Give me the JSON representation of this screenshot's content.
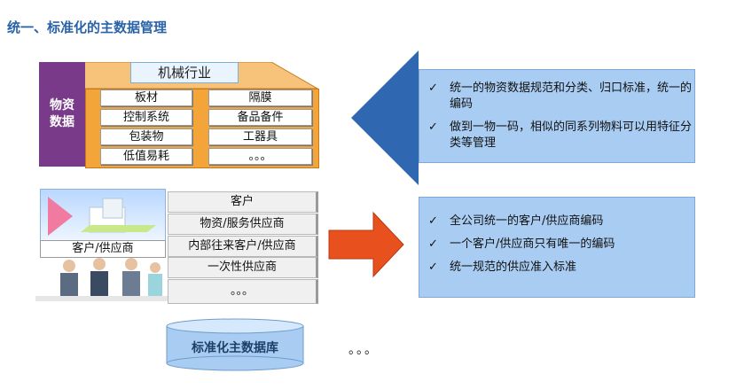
{
  "title": "统一、标准化的主数据管理",
  "material": {
    "label": "物资\n数据",
    "label_l1": "物资",
    "label_l2": "数据",
    "industry": "机械行业",
    "cells": [
      "板材",
      "隔膜",
      "控制系统",
      "备品备件",
      "包装物",
      "工器具",
      "低值易耗",
      "。。。"
    ]
  },
  "partner": {
    "label": "客户/供应商",
    "rows": [
      "客户",
      "物资/服务供应商",
      "内部往来客户/供应商",
      "一次性供应商",
      "。。。"
    ]
  },
  "box1": {
    "items": [
      "统一的物资数据规范和分类、归口标准，统一的编码",
      "做到一物一码，相似的同系列物料可以用特征分类等管理"
    ]
  },
  "box2": {
    "items": [
      "全公司统一的客户/供应商编码",
      "一个客户/供应商只有唯一的编码",
      "统一规范的供应准入标准"
    ]
  },
  "check_mark": "✓",
  "database": "标准化主数据库",
  "ellipsis": "。。。",
  "colors": {
    "title": "#2a63a8",
    "big_arrow": "#2f67b0",
    "orange_arrow": "#e8501e",
    "box_fill": "#a9cdf2",
    "material_front": "#f3a53a",
    "material_side": "#7a3a8a"
  }
}
